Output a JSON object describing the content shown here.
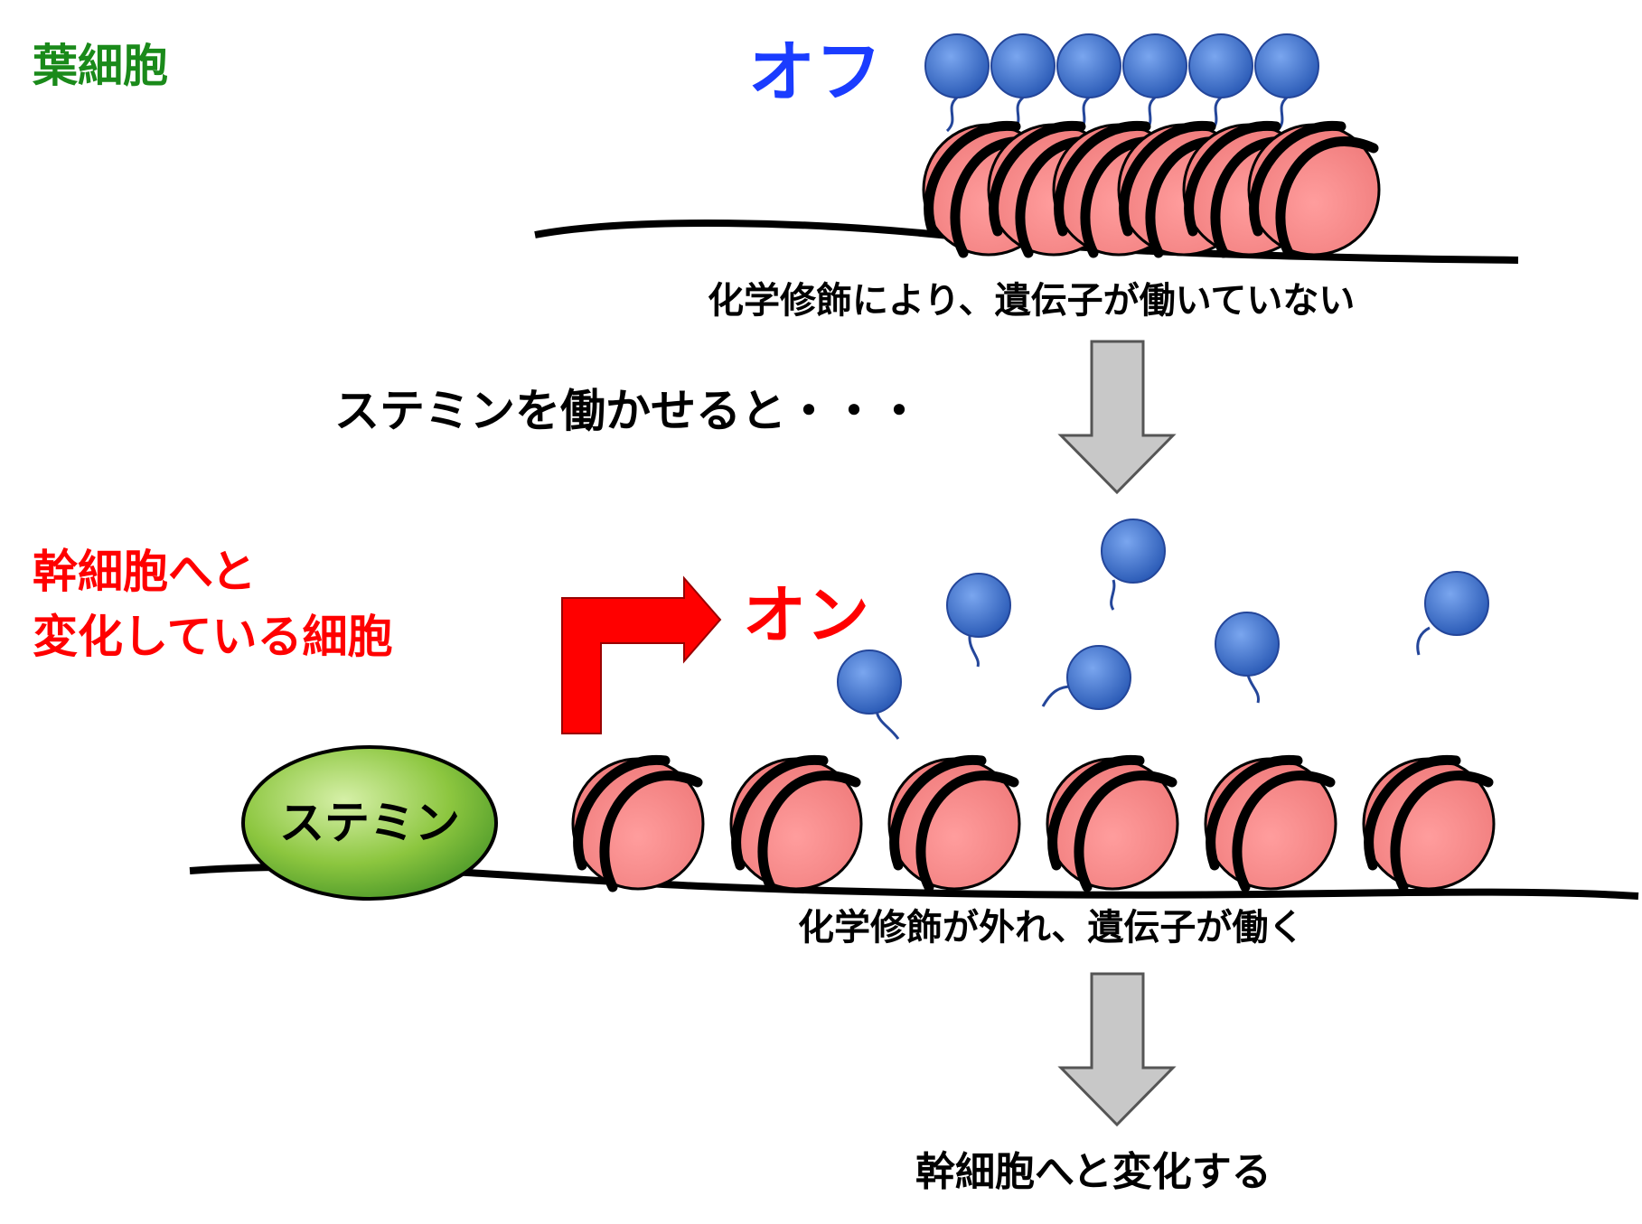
{
  "labels": {
    "leaf_cell": "葉細胞",
    "off": "オフ",
    "off_caption": "化学修飾により、遺伝子が働いていない",
    "stemin_action": "ステミンを働かせると・・・",
    "changing_cell_line1": "幹細胞へと",
    "changing_cell_line2": "変化している細胞",
    "on": "オン",
    "stemin": "ステミン",
    "on_caption": "化学修飾が外れ、遺伝子が働く",
    "result": "幹細胞へと変化する"
  },
  "colors": {
    "leaf_cell": "#1a8a1a",
    "off": "#1a3cff",
    "changing_cell": "#ff0000",
    "on": "#ff0000",
    "black": "#000000",
    "nucleosome": "#f08a8a",
    "modification": "#3f6fc9",
    "arrow_gray": "#c8c8c8",
    "stemin_green": "#8cc63f"
  }
}
